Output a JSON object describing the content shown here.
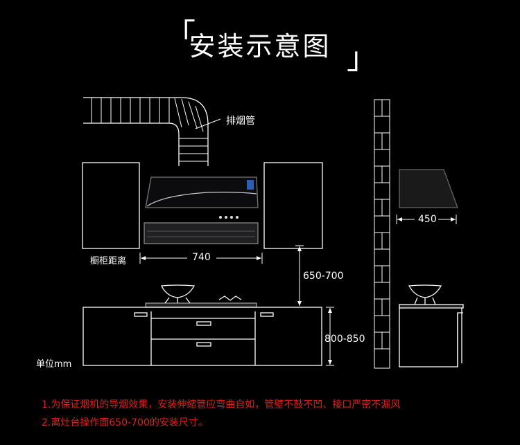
{
  "title": "安装示意图",
  "labels": {
    "exhaust_pipe": "排烟管",
    "cabinet_distance": "橱柜距离",
    "width_740": "740",
    "height_650_700": "650-700",
    "counter_800_850": "800-850",
    "depth_450": "450",
    "unit": "单位mm"
  },
  "notes": [
    "1.为保证烟机的导烟效果，安装伸缩管应弯曲自如，管壁不鼓不凹、接口严密不漏风",
    "2.离灶台操作面650-700的安装尺寸。"
  ],
  "colors": {
    "line": "#ffffff",
    "note": "#e0201b",
    "background": "#000000"
  }
}
